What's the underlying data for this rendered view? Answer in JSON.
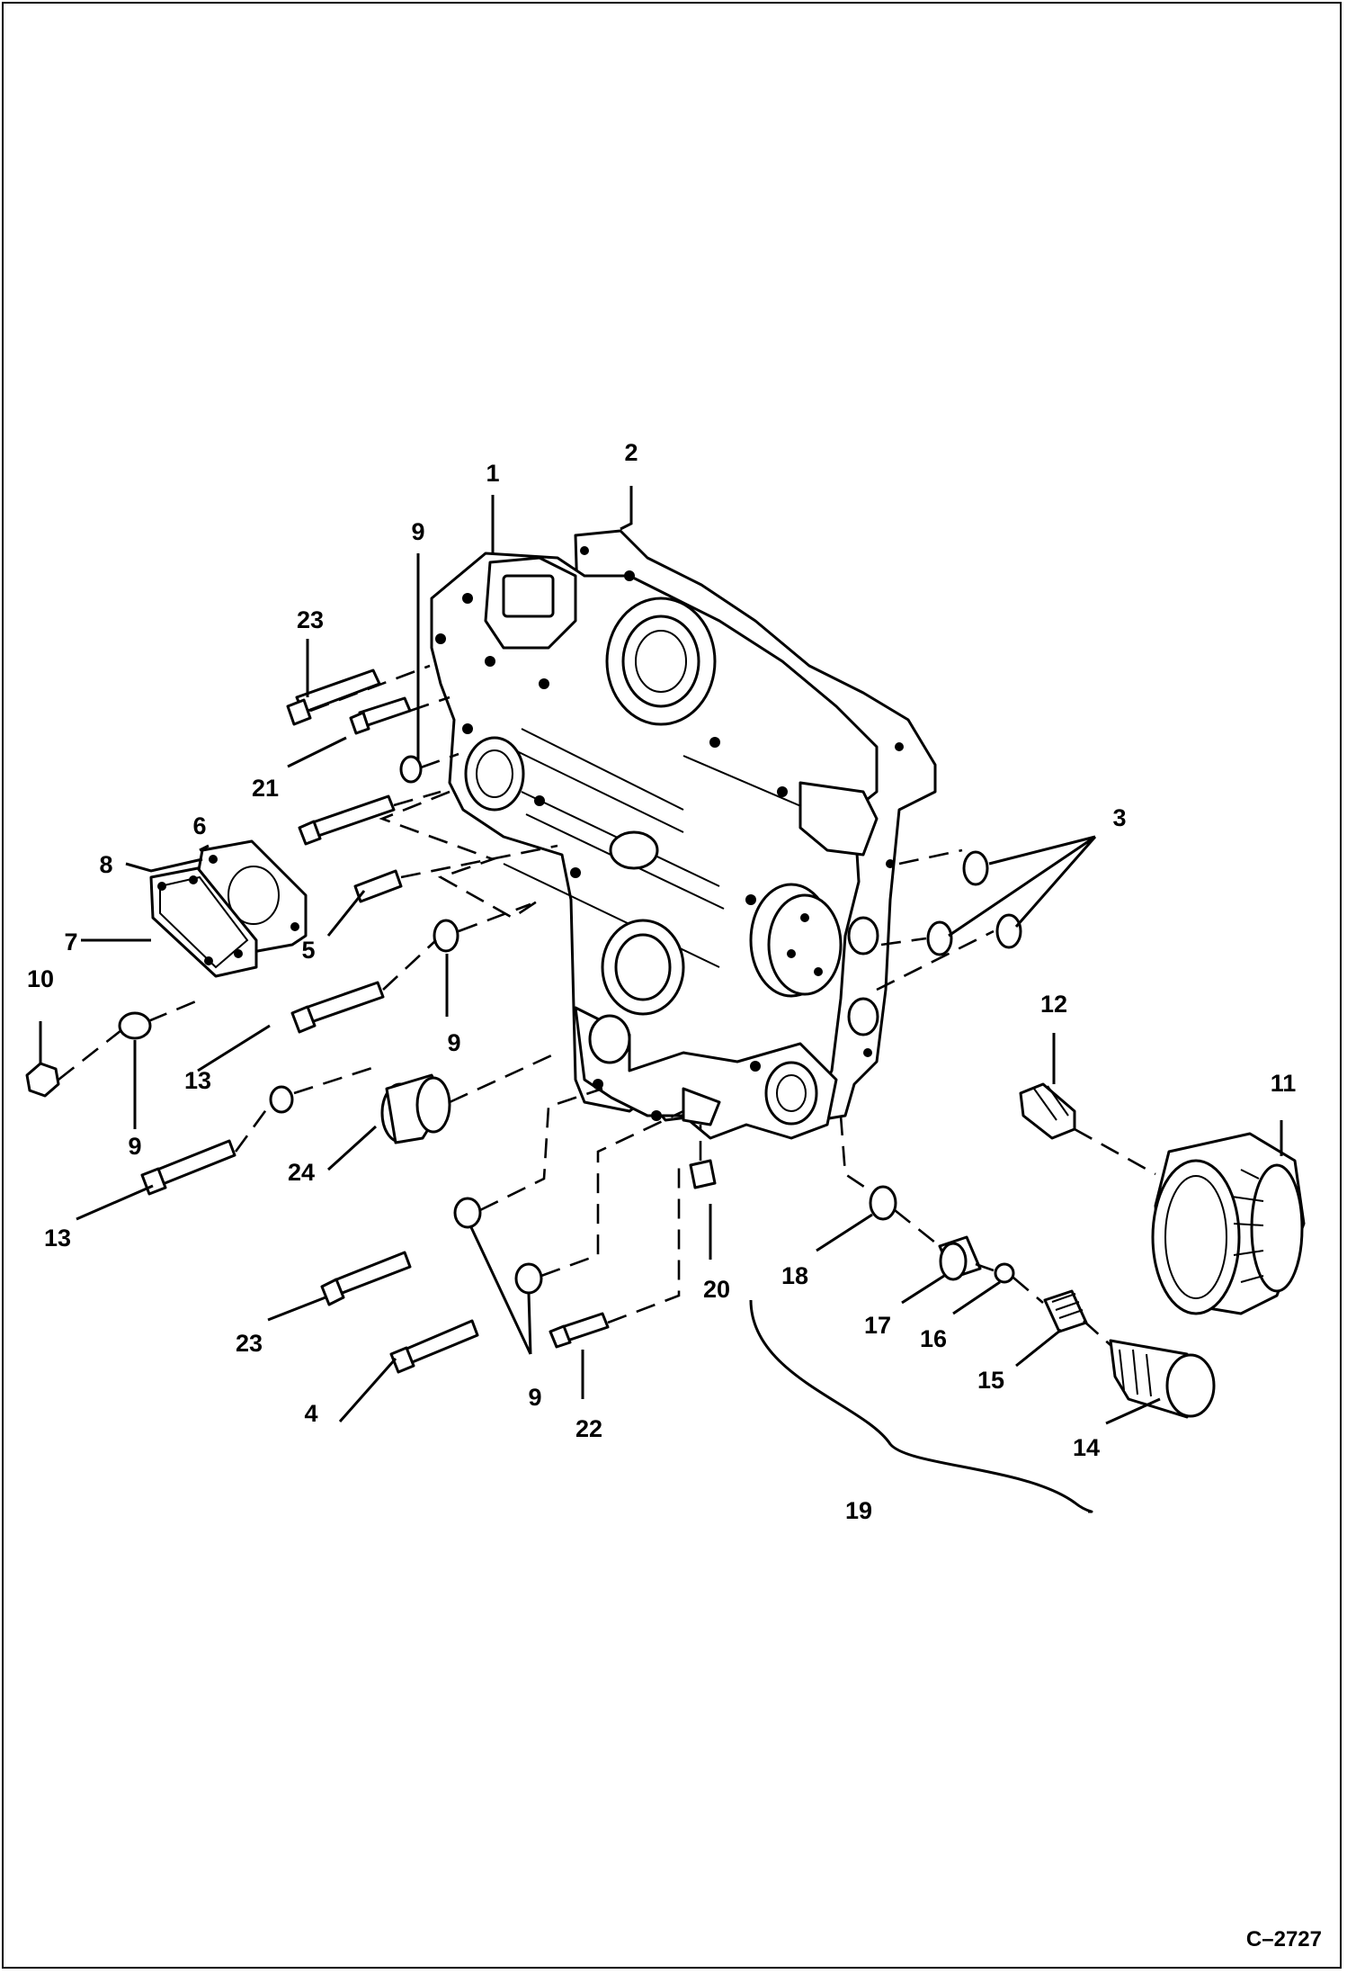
{
  "diagram": {
    "figure_id": "C–2727",
    "callouts": {
      "c1": "1",
      "c2": "2",
      "c3": "3",
      "c4": "4",
      "c5": "5",
      "c6": "6",
      "c7": "7",
      "c8": "8",
      "c9a": "9",
      "c9b": "9",
      "c9c": "9",
      "c9d": "9",
      "c10": "10",
      "c11": "11",
      "c12": "12",
      "c13a": "13",
      "c13b": "13",
      "c14": "14",
      "c15": "15",
      "c16": "16",
      "c17": "17",
      "c18": "18",
      "c19": "19",
      "c20": "20",
      "c21": "21",
      "c22": "22",
      "c23a": "23",
      "c23b": "23",
      "c24": "24"
    }
  }
}
